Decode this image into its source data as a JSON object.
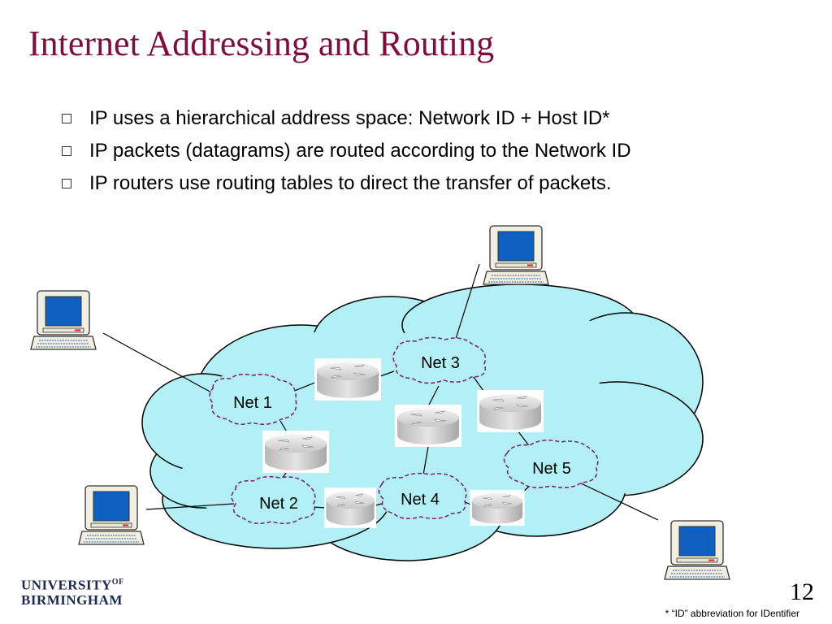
{
  "slide": {
    "title": "Internet Addressing and Routing",
    "bullets": [
      "IP uses a hierarchical address space:  Network ID + Host ID*",
      "IP packets (datagrams) are routed according to the Network ID",
      "IP routers use routing tables to direct the transfer of packets."
    ],
    "page_number": "12",
    "footnote": "* “ID” abbreviation for IDentifier"
  },
  "logo": {
    "line1": "UNIVERSITY",
    "line1_sup": "OF",
    "line2": "BIRMINGHAM"
  },
  "diagram": {
    "networks": [
      "Net 1",
      "Net 2",
      "Net 3",
      "Net 4",
      "Net 5"
    ],
    "colors": {
      "cloud": "#b3f0f5",
      "title": "#7a1040",
      "screen": "#1060c0",
      "router": "#d0d0d0"
    }
  }
}
